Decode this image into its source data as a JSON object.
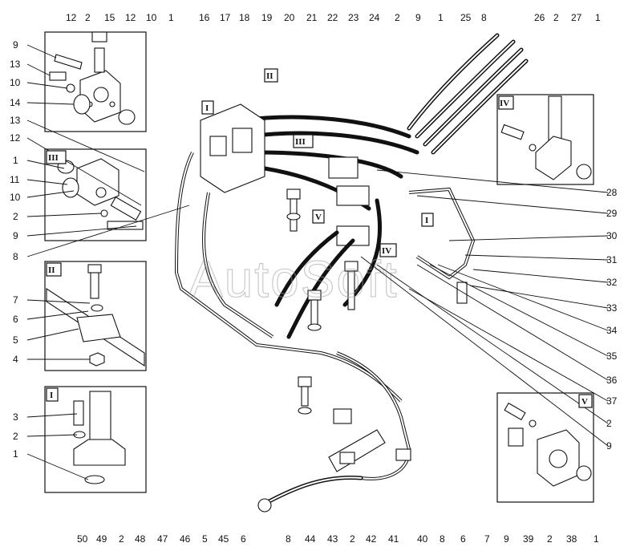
{
  "watermark": "AutoSoft",
  "callouts_top": [
    "12",
    "2",
    "15",
    "12",
    "10",
    "1",
    "16",
    "17",
    "18",
    "19",
    "20",
    "21",
    "22",
    "23",
    "2",
    "9",
    "1",
    "25",
    "8",
    "26",
    "2",
    "27",
    "1"
  ],
  "callouts_top_24": "24",
  "callouts_left": [
    "9",
    "13",
    "10",
    "14",
    "13",
    "12",
    "1",
    "11",
    "10",
    "2",
    "9",
    "8",
    "7",
    "6",
    "5",
    "4",
    "3",
    "2",
    "1"
  ],
  "callouts_right": [
    "28",
    "29",
    "30",
    "31",
    "32",
    "33",
    "34",
    "35",
    "36",
    "37",
    "2",
    "9"
  ],
  "callouts_bottom": [
    "50",
    "49",
    "2",
    "48",
    "47",
    "46",
    "5",
    "45",
    "6",
    "8",
    "44",
    "43",
    "2",
    "42",
    "41",
    "40",
    "8",
    "6",
    "7",
    "9",
    "39",
    "2",
    "38",
    "1"
  ],
  "insets": {
    "ii_top": "II",
    "i_top": "I",
    "iii_top": "III",
    "iii_box": "III",
    "ii_box": "II",
    "i_box": "I",
    "iv_box": "IV",
    "v_box": "V",
    "v_mid": "V",
    "i_mid": "I",
    "iv_mid": "IV"
  }
}
